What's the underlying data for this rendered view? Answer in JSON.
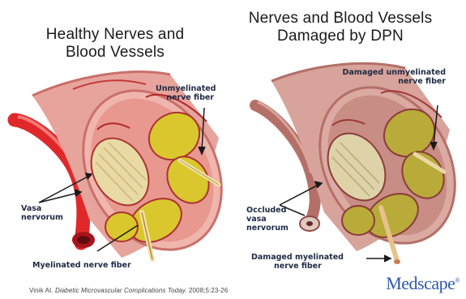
{
  "left_panel": {
    "title_line1": "Healthy Nerves and",
    "title_line2": "Blood Vessels",
    "labels": {
      "unmyelinated_line1": "Unmyelinated",
      "unmyelinated_line2": "nerve fiber",
      "vasa_line1": "Vasa",
      "vasa_line2": "nervorum",
      "myelinated": "Myelinated nerve fiber"
    }
  },
  "right_panel": {
    "title_line1": "Nerves and Blood Vessels",
    "title_line2": "Damaged by DPN",
    "labels": {
      "damaged_unmyelinated_line1": "Damaged unmyelinated",
      "damaged_unmyelinated_line2": "nerve fiber",
      "occluded_line1": "Occluded",
      "occluded_line2": "vasa",
      "occluded_line3": "nervorum",
      "damaged_myelinated_line1": "Damaged myelinated",
      "damaged_myelinated_line2": "nerve fiber"
    }
  },
  "footer": {
    "citation_prefix": "Vinik AI.",
    "citation_title": "Diabetic Microvascular Complications Today.",
    "citation_suffix": "2008;5:23-26",
    "brand": "Medscape",
    "brand_mark": "®"
  },
  "colors": {
    "sheath": "#e7a49c",
    "sheath_dark": "#c9706a",
    "healthy_fascicle": "#d9c72d",
    "damaged_fascicle": "#b8ab3a",
    "artery": "#e0282b",
    "fiber": "#f1e2a8",
    "text": "#1f2a44",
    "brand": "#2f59a8"
  }
}
